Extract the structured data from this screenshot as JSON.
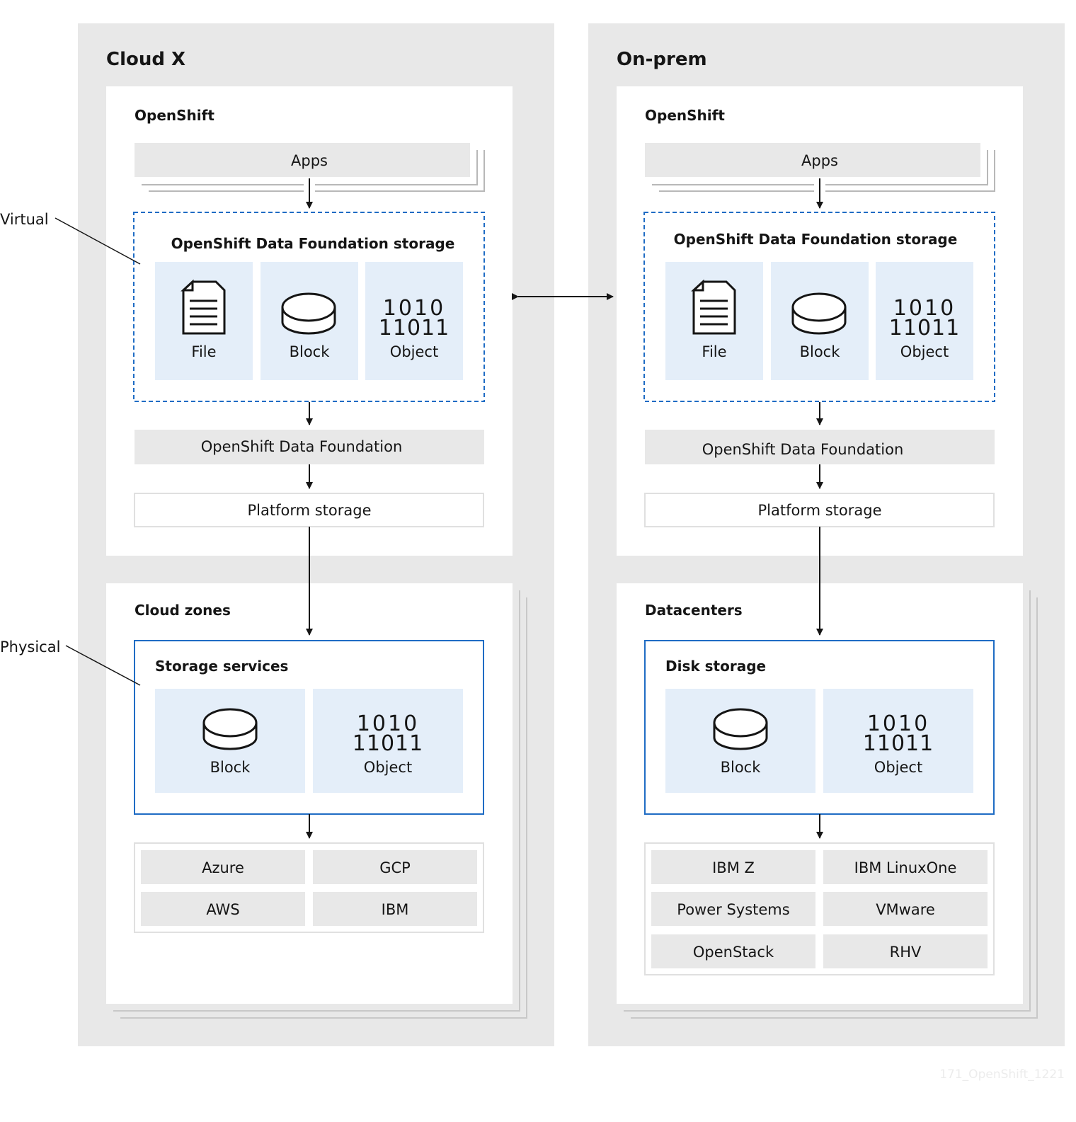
{
  "side_labels": {
    "virtual": "Virtual",
    "physical": "Physical"
  },
  "cloud": {
    "title": "Cloud X",
    "openshift_label": "OpenShift",
    "apps_label": "Apps",
    "odf_storage_title": "OpenShift Data Foundation storage",
    "storage_types": [
      "File",
      "Block",
      "Object"
    ],
    "odf_label": "OpenShift Data Foundation",
    "platform_storage_label": "Platform storage",
    "infra_title": "Cloud zones",
    "services_title": "Storage services",
    "service_types": [
      "Block",
      "Object"
    ],
    "providers": [
      "Azure",
      "GCP",
      "AWS",
      "IBM"
    ]
  },
  "onprem": {
    "title": "On-prem",
    "openshift_label": "OpenShift",
    "apps_label": "Apps",
    "odf_storage_title": "OpenShift Data Foundation storage",
    "storage_types": [
      "File",
      "Block",
      "Object"
    ],
    "odf_label": "OpenShift Data Foundation",
    "platform_storage_label": "Platform storage",
    "infra_title": "Datacenters",
    "services_title": "Disk storage",
    "service_types": [
      "Block",
      "Object"
    ],
    "providers": [
      "IBM Z",
      "IBM LinuxOne",
      "Power Systems",
      "VMware",
      "OpenStack",
      "RHV"
    ]
  },
  "binary_glyph": {
    "row1": "1010",
    "row2": "11011"
  },
  "watermark": "171_OpenShift_1221",
  "colors": {
    "panel": "#e8e8e8",
    "light_blue": "#e4eef9",
    "blue_border": "#1f6cc4",
    "grey_box": "#e8e8e8",
    "line": "#151515"
  }
}
